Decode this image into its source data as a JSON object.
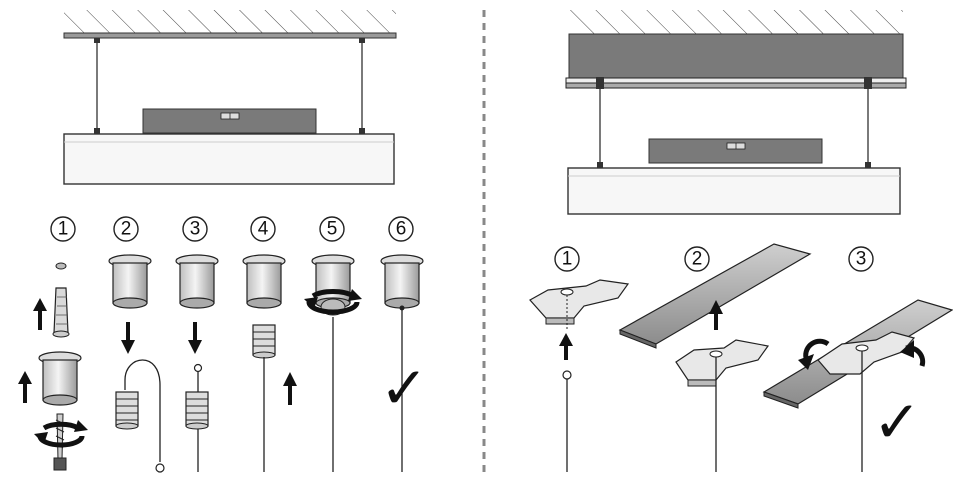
{
  "left_panel": {
    "steps": [
      {
        "label": "1"
      },
      {
        "label": "2"
      },
      {
        "label": "3"
      },
      {
        "label": "4"
      },
      {
        "label": "5"
      },
      {
        "label": "6"
      }
    ],
    "check_mark": "✓"
  },
  "right_panel": {
    "steps": [
      {
        "label": "1"
      },
      {
        "label": "2"
      },
      {
        "label": "3"
      }
    ],
    "check_mark": "✓"
  },
  "icons": [
    "ceiling-icon",
    "luminaire-icon",
    "spirit-level-icon",
    "wire-icon",
    "fitting-icon",
    "threaded-insert-icon",
    "wall-plug-icon",
    "screw-icon",
    "arrow-up-icon",
    "arrow-down-icon",
    "rotate-icon",
    "clip-icon",
    "profile-rail-icon",
    "check-icon"
  ],
  "colors": {
    "ink": "#222222",
    "bar_gray": "#7a7a7a",
    "light_gray": "#e6e6e6",
    "luminaire_face": "#f7f7f7",
    "divider": "#888888"
  }
}
